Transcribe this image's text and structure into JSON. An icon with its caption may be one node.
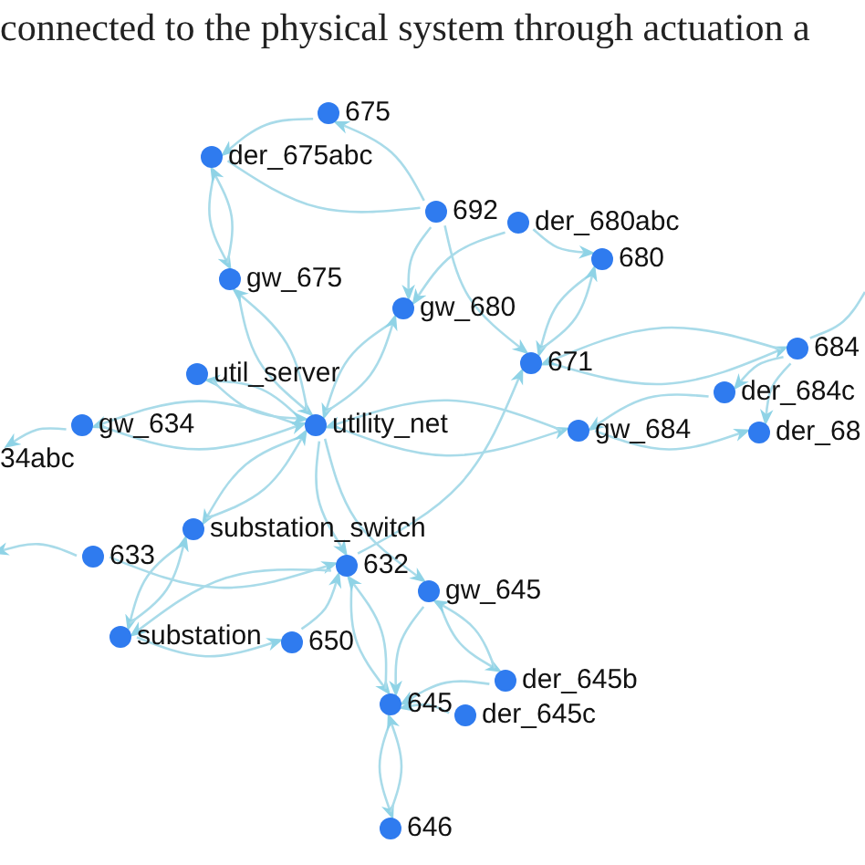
{
  "diagram": {
    "nodes": [
      {
        "text": [
          "675"
        ]
      },
      {
        "text": [
          "der_675abc"
        ]
      },
      {
        "text": [
          "692"
        ]
      },
      {
        "text": [
          "der_680abc"
        ]
      },
      {
        "text": [
          "680"
        ]
      },
      {
        "text": [
          "gw_675"
        ]
      },
      {
        "text": [
          "gw_680"
        ]
      },
      {
        "text": [
          "671"
        ]
      },
      {
        "text": [
          "684"
        ]
      },
      {
        "text": [
          "util_server"
        ]
      },
      {
        "text": [
          "der_684c"
        ]
      },
      {
        "text": [
          "gw_634"
        ]
      },
      {
        "text": [
          "utility_net"
        ]
      },
      {
        "text": [
          "gw_684"
        ]
      },
      {
        "text": [
          "der_68"
        ]
      },
      {
        "text": [
          "34abc"
        ]
      },
      {
        "text": [
          "substation_switch"
        ]
      },
      {
        "text": [
          "633"
        ]
      },
      {
        "text": [
          "632"
        ]
      },
      {
        "text": [
          "gw_645"
        ]
      },
      {
        "text": [
          "substation"
        ]
      },
      {
        "text": [
          "650"
        ]
      },
      {
        "text": [
          "der_645b"
        ]
      },
      {
        "text": [
          "645"
        ]
      },
      {
        "text": [
          "der_645c"
        ]
      },
      {
        "text": [
          "646"
        ]
      }
    ],
    "edges": [
      {
        "from": 0,
        "to": 1,
        "arrow": "to"
      },
      {
        "from": 2,
        "to": 0,
        "arrow": "to"
      },
      {
        "from": 1,
        "to": 2,
        "arrow": "none"
      },
      {
        "from": 1,
        "to": 5,
        "arrow": "to"
      },
      {
        "from": 5,
        "to": 1,
        "arrow": "to"
      },
      {
        "from": 5,
        "to": 12,
        "arrow": "to"
      },
      {
        "from": 12,
        "to": 5,
        "arrow": "to"
      },
      {
        "from": 2,
        "to": 6,
        "arrow": "to"
      },
      {
        "from": 3,
        "to": 6,
        "arrow": "to"
      },
      {
        "from": 2,
        "to": 7,
        "arrow": "to"
      },
      {
        "from": 3,
        "to": 4,
        "arrow": "to"
      },
      {
        "from": 4,
        "to": 7,
        "arrow": "to"
      },
      {
        "from": 7,
        "to": 4,
        "arrow": "to"
      },
      {
        "from": 6,
        "to": 12,
        "arrow": "to"
      },
      {
        "from": 12,
        "to": 6,
        "arrow": "to"
      },
      {
        "from": 7,
        "to": 8,
        "arrow": "to"
      },
      {
        "from": 8,
        "to": 7,
        "arrow": "to"
      },
      {
        "from": 18,
        "to": 7,
        "arrow": "to"
      },
      {
        "from": 12,
        "to": 9,
        "arrow": "to"
      },
      {
        "from": 9,
        "to": 12,
        "arrow": "to"
      },
      {
        "from": 12,
        "to": 11,
        "arrow": "to"
      },
      {
        "from": 11,
        "to": 12,
        "arrow": "to"
      },
      {
        "from": 11,
        "to": 15,
        "arrow": "to"
      },
      {
        "from": 12,
        "to": 13,
        "arrow": "to"
      },
      {
        "from": 13,
        "to": 12,
        "arrow": "to"
      },
      {
        "from": 10,
        "to": 13,
        "arrow": "to"
      },
      {
        "from": 13,
        "to": 14,
        "arrow": "to"
      },
      {
        "from": 8,
        "to": 10,
        "arrow": "to"
      },
      {
        "from": 8,
        "to": 14,
        "arrow": "to"
      },
      {
        "from": 8,
        "to": null,
        "arrow": "none"
      },
      {
        "from": 12,
        "to": 16,
        "arrow": "to"
      },
      {
        "from": 16,
        "to": 12,
        "arrow": "to"
      },
      {
        "from": 12,
        "to": 18,
        "arrow": "to"
      },
      {
        "from": 12,
        "to": 19,
        "arrow": "to"
      },
      {
        "from": 17,
        "to": null,
        "arrow": "to"
      },
      {
        "from": 17,
        "to": 18,
        "arrow": "to"
      },
      {
        "from": 16,
        "to": 20,
        "arrow": "to"
      },
      {
        "from": 20,
        "to": 16,
        "arrow": "to"
      },
      {
        "from": 18,
        "to": 20,
        "arrow": "to"
      },
      {
        "from": 21,
        "to": 18,
        "arrow": "to"
      },
      {
        "from": 20,
        "to": 21,
        "arrow": "to"
      },
      {
        "from": 18,
        "to": 23,
        "arrow": "to"
      },
      {
        "from": 23,
        "to": 18,
        "arrow": "to"
      },
      {
        "from": 19,
        "to": 22,
        "arrow": "to"
      },
      {
        "from": 22,
        "to": 19,
        "arrow": "to"
      },
      {
        "from": 19,
        "to": 23,
        "arrow": "to"
      },
      {
        "from": 22,
        "to": 23,
        "arrow": "to"
      },
      {
        "from": 24,
        "to": 23,
        "arrow": "to"
      },
      {
        "from": 23,
        "to": 25,
        "arrow": "to"
      },
      {
        "from": 25,
        "to": 23,
        "arrow": "to"
      }
    ],
    "labels": [
      "connected to the physical system through actuation a"
    ]
  }
}
